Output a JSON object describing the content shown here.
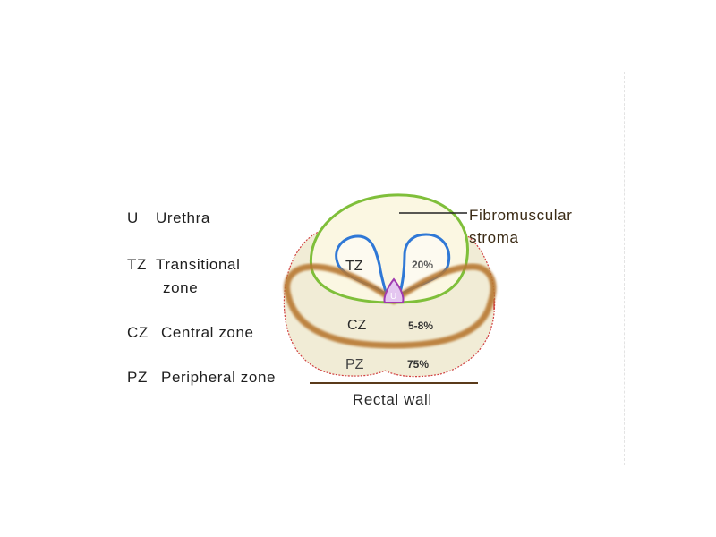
{
  "legend": {
    "items": [
      {
        "abbr": "U",
        "text": "Urethra"
      },
      {
        "abbr": "TZ",
        "text": "Transitional",
        "text_cont": "zone"
      },
      {
        "abbr": "CZ",
        "text": "Central zone"
      },
      {
        "abbr": "PZ",
        "text": "Peripheral zone"
      }
    ]
  },
  "diagram": {
    "fibromuscular_label_line1": "Fibromuscular",
    "fibromuscular_label_line2": "stroma",
    "tz_label": "TZ",
    "tz_percent": "20%",
    "u_label": "U",
    "cz_label": "CZ",
    "cz_percent": "5-8%",
    "pz_label": "PZ",
    "pz_percent": "75%",
    "rectal_wall_label": "Rectal wall"
  },
  "colors": {
    "outline_pz": "#d04040",
    "fill_pz": "#f1ecd6",
    "cz_band": "#b87830",
    "fibromuscular_stroke": "#7fbf3a",
    "fibromuscular_fill": "#fbf7e2",
    "tz_lobe": "#2f78d6",
    "urethra": "#a03ab0",
    "rectal_line": "#5a3a1a"
  }
}
